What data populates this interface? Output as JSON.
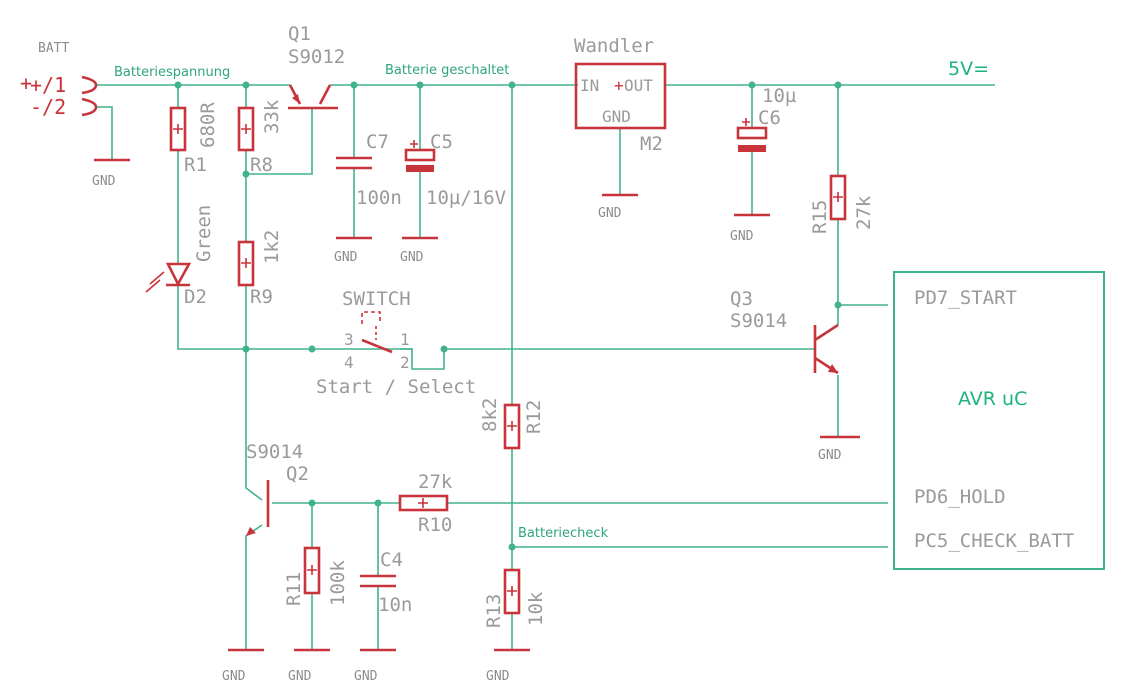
{
  "connector": {
    "name": "BATT",
    "pin1": "+/1",
    "pin2": "-/2"
  },
  "nets": {
    "batteriespannung": "Batteriespannung",
    "batterie_geschaltet": "Batterie geschaltet",
    "five_v": "5V=",
    "batteriecheck": "Batteriecheck"
  },
  "gnd_label": "GND",
  "components": {
    "q1": {
      "name": "Q1",
      "value": "S9012"
    },
    "q2": {
      "name": "Q2",
      "value": "S9014"
    },
    "q3": {
      "name": "Q3",
      "value": "S9014"
    },
    "r1": {
      "name": "R1",
      "value": "680R"
    },
    "r8": {
      "name": "R8",
      "value": "33k"
    },
    "r9": {
      "name": "R9",
      "value": "1k2"
    },
    "r10": {
      "name": "R10",
      "value": "27k"
    },
    "r11": {
      "name": "R11",
      "value": "100k"
    },
    "r12": {
      "name": "R12",
      "value": "8k2"
    },
    "r13": {
      "name": "R13",
      "value": "10k"
    },
    "r15": {
      "name": "R15",
      "value": "27k"
    },
    "c4": {
      "name": "C4",
      "value": "10n"
    },
    "c5": {
      "name": "C5",
      "value": "10µ/16V"
    },
    "c6": {
      "name": "C6",
      "value": "10µ"
    },
    "c7": {
      "name": "C7",
      "value": "100n"
    },
    "d2": {
      "name": "D2",
      "value": "Green"
    },
    "m2": {
      "name": "M2",
      "value": "Wandler",
      "pin_in": "IN",
      "pin_out": "OUT",
      "pin_gnd": "GND"
    },
    "switch": {
      "name": "SWITCH",
      "value": "Start / Select",
      "pin1": "1",
      "pin2": "2",
      "pin3": "3",
      "pin4": "4"
    }
  },
  "mcu": {
    "title": "AVR uC",
    "pins": [
      "PD7_START",
      "PD6_HOLD",
      "PC5_CHECK_BATT"
    ]
  }
}
